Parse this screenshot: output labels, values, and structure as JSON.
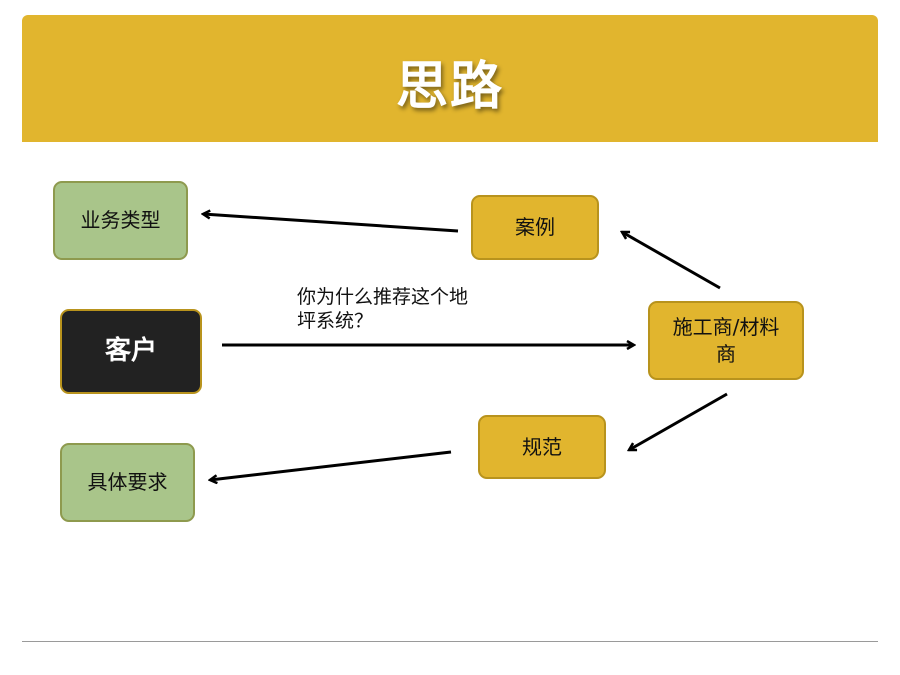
{
  "header": {
    "title": "思路"
  },
  "nodes": {
    "business_type": "业务类型",
    "cases": "案例",
    "customer": "客户",
    "contractor": "施工商/材料商",
    "specs": "规范",
    "requirements": "具体要求"
  },
  "question": "你为什么推荐这个地坪系统？",
  "colors": {
    "header": "#e1b52e",
    "gold_box": "#e1b52e",
    "green_box": "#a9c58a",
    "dark_box": "#222222"
  }
}
